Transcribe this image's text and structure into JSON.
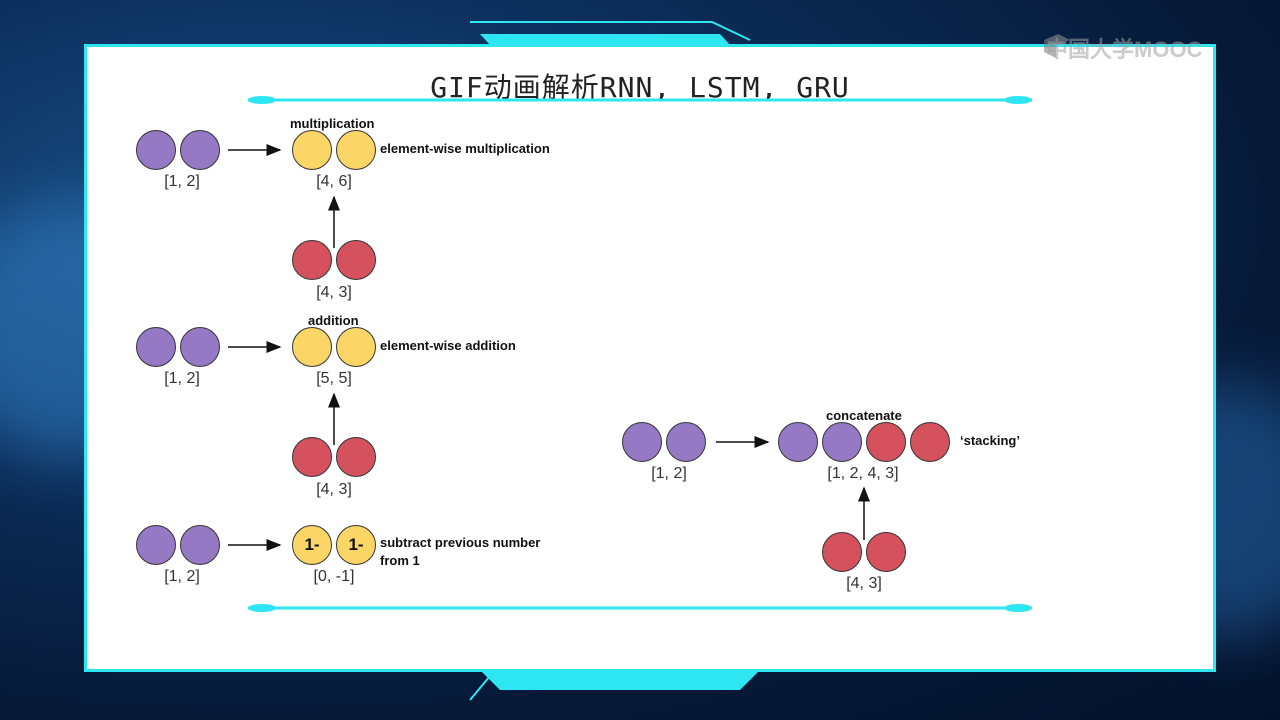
{
  "slide": {
    "title": "GIF动画解析RNN, LSTM, GRU",
    "watermark": "中国大学MOOC"
  },
  "colors": {
    "purple": "#9679c4",
    "yellow": "#fbd566",
    "red": "#d6515e",
    "frame_accent": "#2ee6f2"
  },
  "multiplication": {
    "op_label": "multiplication",
    "description": "element-wise multiplication",
    "input_label": "[1, 2]",
    "result_label": "[4, 6]",
    "operand_label": "[4, 3]"
  },
  "addition": {
    "op_label": "addition",
    "description": "element-wise addition",
    "input_label": "[1, 2]",
    "result_label": "[5, 5]",
    "operand_label": "[4, 3]"
  },
  "subtract": {
    "circle_text": "1-",
    "description_line1": "subtract previous number",
    "description_line2": "from 1",
    "input_label": "[1, 2]",
    "result_label": "[0, -1]"
  },
  "concatenate": {
    "op_label": "concatenate",
    "description": "‘stacking’",
    "input_label": "[1, 2]",
    "result_label": "[1, 2, 4, 3]",
    "operand_label": "[4, 3]"
  }
}
